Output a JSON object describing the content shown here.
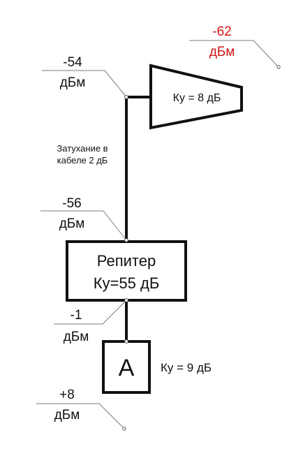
{
  "levels": {
    "amp_input": {
      "value": "-62",
      "unit": "дБм",
      "color": "#d01818"
    },
    "amp_output": {
      "value": "-54",
      "unit": "дБм"
    },
    "repeater_input": {
      "value": "-56",
      "unit": "дБм"
    },
    "repeater_output": {
      "value": "-1",
      "unit": "дБм"
    },
    "antenna_output": {
      "value": "+8",
      "unit": "дБм"
    }
  },
  "amplifier": {
    "label": "Ку = 8 дБ"
  },
  "cable": {
    "line1": "Затухание в",
    "line2": "кабеле 2 дБ"
  },
  "repeater": {
    "line1": "Репитер",
    "line2": "Ку=55 дБ"
  },
  "antenna": {
    "symbol": "А",
    "gain": "Ку = 9 дБ"
  }
}
